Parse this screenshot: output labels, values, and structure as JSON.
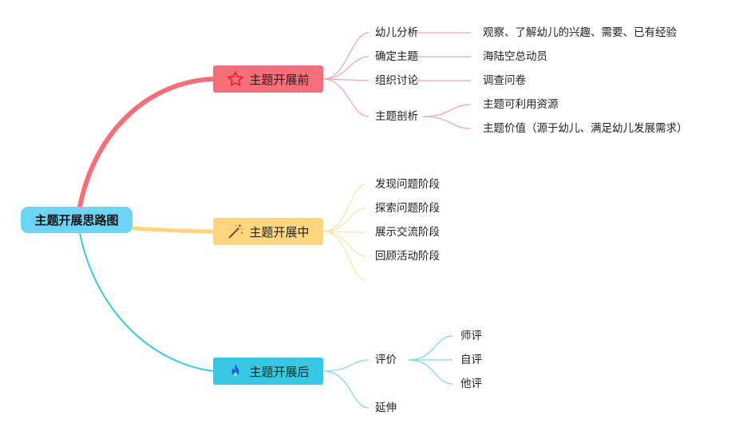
{
  "root": {
    "label": "主题开展思路图"
  },
  "colors": {
    "root": "#6dd4f6",
    "before": "#f66e79",
    "during": "#fdd57f",
    "after": "#38c8e3"
  },
  "branches": {
    "before": {
      "label": "主题开展前",
      "icon": "star-icon",
      "children": [
        {
          "label": "幼儿分析",
          "detail": "观察、了解幼儿的兴趣、需要、已有经验"
        },
        {
          "label": "确定主题",
          "detail": "海陆空总动员"
        },
        {
          "label": "组织讨论",
          "detail": "调查问卷"
        },
        {
          "label": "主题剖析",
          "details": [
            "主题可利用资源",
            "主题价值（源于幼儿、满足幼儿发展需求）"
          ]
        }
      ]
    },
    "during": {
      "label": "主题开展中",
      "icon": "magic-wand-icon",
      "children": [
        {
          "label": "发现问题阶段"
        },
        {
          "label": "探索问题阶段"
        },
        {
          "label": "展示交流阶段"
        },
        {
          "label": "回顾活动阶段"
        }
      ]
    },
    "after": {
      "label": "主题开展后",
      "icon": "flame-icon",
      "children": [
        {
          "label": "评价",
          "details": [
            "师评",
            "自评",
            "他评"
          ]
        },
        {
          "label": "延伸"
        }
      ]
    }
  }
}
